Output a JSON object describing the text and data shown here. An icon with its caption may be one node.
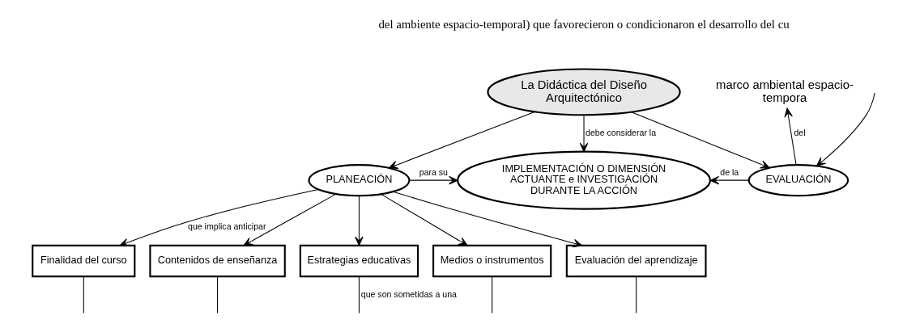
{
  "diagram": {
    "nodes": [
      {
        "text": [
          "La Didáctica del Diseño Arquitectónico"
        ]
      },
      {
        "text": [
          "PLANEACIÓN"
        ]
      },
      {
        "text": [
          "IMPLEMENTACIÓN O DIMENSIÓN ACTUANTE e INVESTIGACIÓN DURANTE LA ACCIÓN"
        ]
      },
      {
        "text": [
          "EVALUACIÓN"
        ]
      },
      {
        "text": [
          "marco ambiental espacio-tempora"
        ]
      },
      {
        "text": [
          "Finalidad del curso"
        ]
      },
      {
        "text": [
          "Contenidos de enseñanza"
        ]
      },
      {
        "text": [
          "Estrategias educativas"
        ]
      },
      {
        "text": [
          "Medios o instrumentos"
        ]
      },
      {
        "text": [
          "Evaluación del aprendizaje"
        ]
      }
    ],
    "edges": [
      {
        "from": 0,
        "to": 1,
        "arrow": "to"
      },
      {
        "from": 0,
        "to": 2,
        "arrow": "to",
        "label": "debe considerar la"
      },
      {
        "from": 0,
        "to": 3,
        "arrow": "to"
      },
      {
        "from": 1,
        "to": 2,
        "arrow": "to",
        "label": "para su"
      },
      {
        "from": 3,
        "to": 2,
        "arrow": "to",
        "label": "de la"
      },
      {
        "from": 3,
        "to": 4,
        "arrow": "to",
        "label": "del"
      },
      {
        "from": null,
        "to": 3,
        "arrow": "to"
      },
      {
        "from": 1,
        "to": 5,
        "arrow": "to",
        "label": "que implica anticipar"
      },
      {
        "from": 1,
        "to": 6,
        "arrow": "to"
      },
      {
        "from": 1,
        "to": 7,
        "arrow": "to"
      },
      {
        "from": 1,
        "to": 8,
        "arrow": "to"
      },
      {
        "from": 1,
        "to": 9,
        "arrow": "to"
      },
      {
        "from": 5,
        "to": null,
        "arrow": "none"
      },
      {
        "from": 6,
        "to": null,
        "arrow": "none"
      },
      {
        "from": 7,
        "to": null,
        "arrow": "none",
        "label": "que son sometidas a una"
      },
      {
        "from": 8,
        "to": null,
        "arrow": "none"
      },
      {
        "from": 9,
        "to": null,
        "arrow": "none"
      }
    ],
    "labels": [
      "del ambiente espacio-temporal) que favorecieron o condicionaron el desarrollo del cu"
    ]
  }
}
